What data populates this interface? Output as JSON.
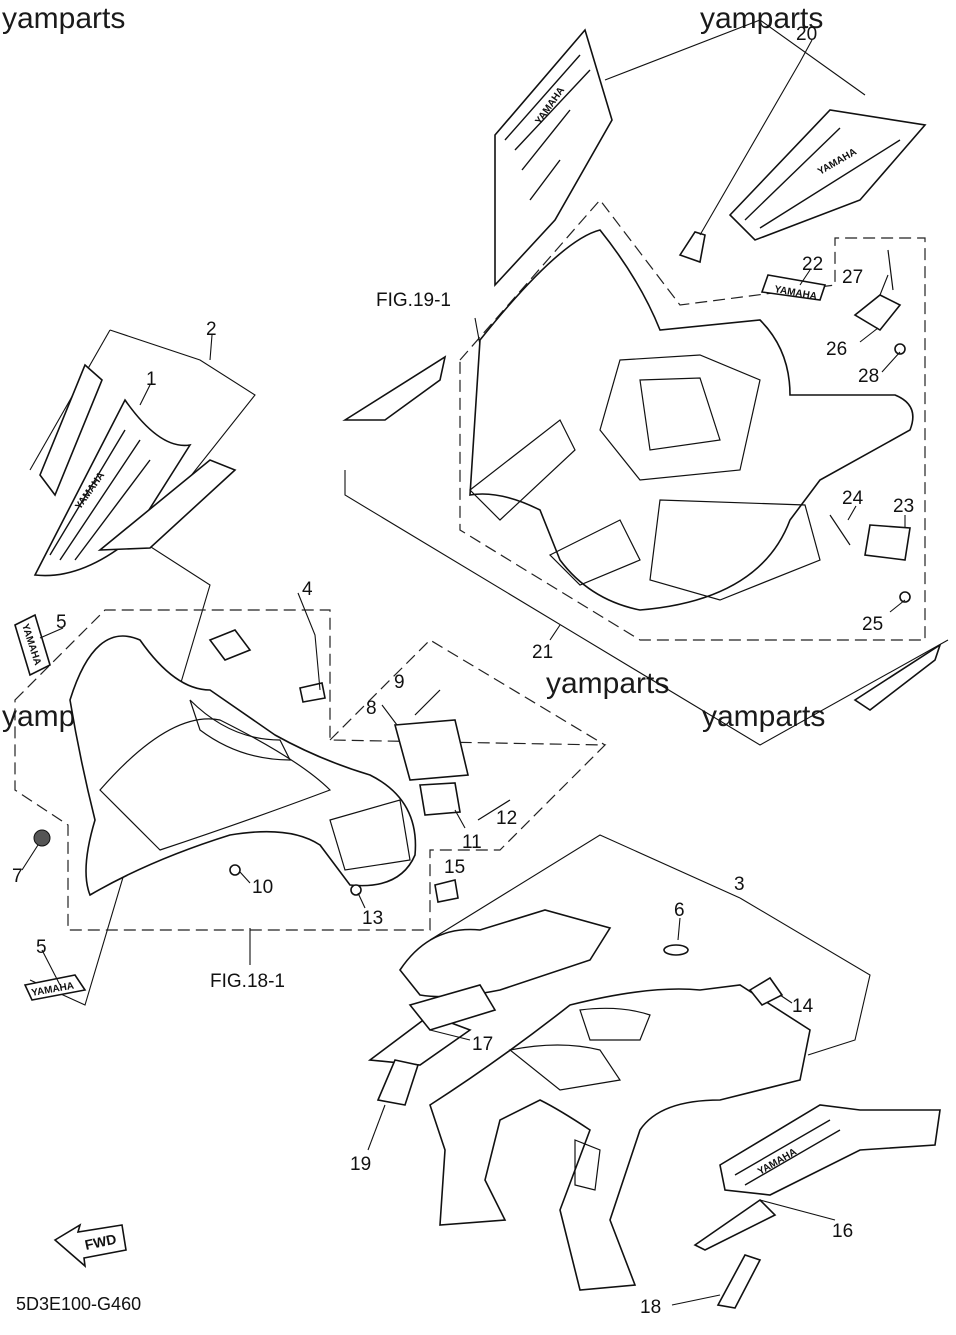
{
  "watermarks": [
    "yamparts",
    "yamparts",
    "yamparts",
    "yamparts"
  ],
  "figure_refs": {
    "fig_19_1": "FIG.19-1",
    "fig_18_1": "FIG.18-1"
  },
  "diagram_code": "5D3E100-G460",
  "forward_arrow": "FWD",
  "brand_text": "YAMAHA",
  "callouts": {
    "c1": "1",
    "c2": "2",
    "c3": "3",
    "c4": "4",
    "c5a": "5",
    "c5b": "5",
    "c6": "6",
    "c7": "7",
    "c8": "8",
    "c9": "9",
    "c10": "10",
    "c11": "11",
    "c12": "12",
    "c13": "13",
    "c14": "14",
    "c15": "15",
    "c16": "16",
    "c17": "17",
    "c18": "18",
    "c19": "19",
    "c20": "20",
    "c21": "21",
    "c22": "22",
    "c23": "23",
    "c24": "24",
    "c25": "25",
    "c26": "26",
    "c27": "27",
    "c28": "28"
  }
}
